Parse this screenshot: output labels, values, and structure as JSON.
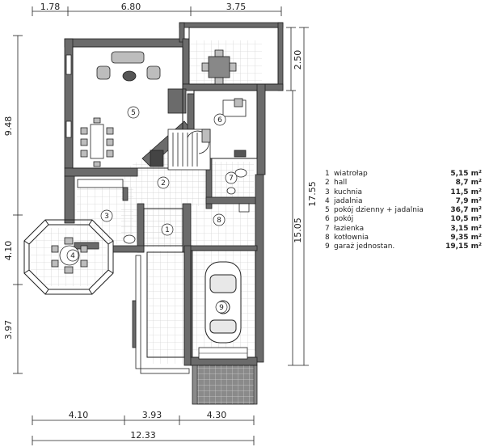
{
  "dimensions": {
    "top": [
      "1.78",
      "6.80",
      "3.75"
    ],
    "bottom_segments": [
      "4.10",
      "3.93",
      "4.30"
    ],
    "bottom_total": "12.33",
    "left": [
      "9.48",
      "4.10",
      "3.97"
    ],
    "right": [
      "2.50",
      "15.05",
      "17.55"
    ]
  },
  "rooms": [
    {
      "num": "1",
      "name": "wiatrołap",
      "area": "5,15 m²"
    },
    {
      "num": "2",
      "name": "hall",
      "area": "8,7 m²"
    },
    {
      "num": "3",
      "name": "kuchnia",
      "area": "11,5 m²"
    },
    {
      "num": "4",
      "name": "jadalnia",
      "area": "7,9 m²"
    },
    {
      "num": "5",
      "name": "pokój dzienny + jadalnia",
      "area": "36,7 m²"
    },
    {
      "num": "6",
      "name": "pokój",
      "area": "10,5 m²"
    },
    {
      "num": "7",
      "name": "łazienka",
      "area": "3,15 m²"
    },
    {
      "num": "8",
      "name": "kotłownia",
      "area": "9,35 m²"
    },
    {
      "num": "9",
      "name": "garaż jednostan.",
      "area": "19,15 m²"
    }
  ],
  "colors": {
    "wall": "#6b6b6b",
    "outline": "#222222",
    "floor": "#ffffff",
    "grid": "#d6d6d6"
  }
}
